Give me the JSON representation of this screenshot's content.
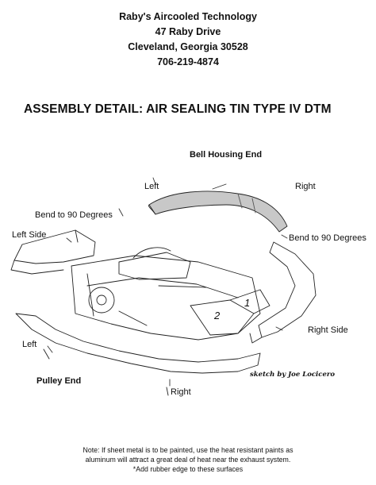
{
  "header": {
    "company": "Raby's Aircooled Technology",
    "street": "47 Raby Drive",
    "city": "Cleveland, Georgia  30528",
    "phone": "706-219-4874"
  },
  "title": "ASSEMBLY DETAIL:  AIR SEALING TIN TYPE IV DTM",
  "labels": {
    "bell_housing_end": "Bell Housing End",
    "left_top": "Left",
    "right_top": "Right",
    "bend_left": "Bend to 90 Degrees",
    "bend_right": "Bend to 90 Degrees",
    "left_side": "Left Side",
    "right_side": "Right Side",
    "left_bottom": "Left",
    "pulley_end": "Pulley End",
    "right_bottom": "Right",
    "cylinder_1": "1",
    "cylinder_2": "2"
  },
  "signature": "sketch by Joe Locicero",
  "note": {
    "line1": "Note:  If sheet metal is to be painted, use the heat resistant paints as",
    "line2": "aluminum will attract a great deal of heat near the exhaust system.",
    "line3": "*Add rubber edge to these surfaces"
  }
}
